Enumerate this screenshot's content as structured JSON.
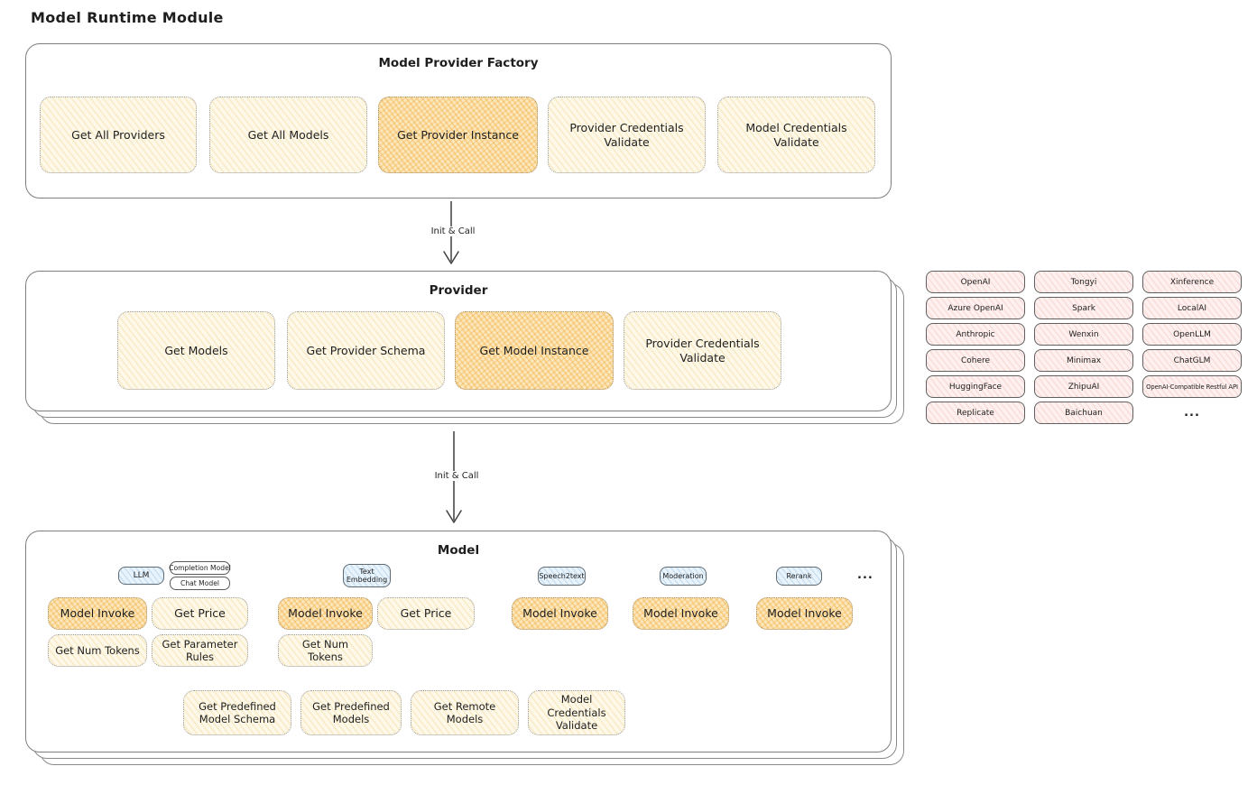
{
  "page_title": "Model Runtime Module",
  "colors": {
    "node_cream": "#fdf8e8",
    "node_highlight": "#fbe7bb",
    "registry_pink": "#fdf0ee",
    "tab_blue": "#e8f3fb",
    "container_border": "#7e7e7e",
    "text": "#1e1e1e"
  },
  "factory": {
    "title": "Model Provider Factory",
    "boxes": [
      {
        "label": "Get All Providers",
        "highlight": false
      },
      {
        "label": "Get All Models",
        "highlight": false
      },
      {
        "label": "Get Provider Instance",
        "highlight": true
      },
      {
        "label": "Provider Credentials Validate",
        "highlight": false
      },
      {
        "label": "Model Credentials Validate",
        "highlight": false
      }
    ]
  },
  "arrows": [
    {
      "label": "Init & Call"
    },
    {
      "label": "Init & Call"
    }
  ],
  "provider": {
    "title": "Provider",
    "boxes": [
      {
        "label": "Get Models",
        "highlight": false
      },
      {
        "label": "Get Provider Schema",
        "highlight": false
      },
      {
        "label": "Get Model Instance",
        "highlight": true
      },
      {
        "label": "Provider Credentials Validate",
        "highlight": false
      }
    ]
  },
  "registry": {
    "rows": [
      [
        "OpenAI",
        "Tongyi",
        "Xinference"
      ],
      [
        "Azure OpenAI",
        "Spark",
        "LocalAI"
      ],
      [
        "Anthropic",
        "Wenxin",
        "OpenLLM"
      ],
      [
        "Cohere",
        "Minimax",
        "ChatGLM"
      ],
      [
        "HuggingFace",
        "ZhipuAI",
        "OpenAI-Compatible Restful API"
      ],
      [
        "Replicate",
        "Baichuan",
        "..."
      ]
    ]
  },
  "model": {
    "title": "Model",
    "tabs": {
      "llm": "LLM",
      "completion": "Completion Model",
      "chat": "Chat Model",
      "text_embedding": "Text Embedding",
      "speech2text": "Speech2text",
      "moderation": "Moderation",
      "rerank": "Rerank",
      "ellipsis": "..."
    },
    "functions": {
      "model_invoke": "Model Invoke",
      "get_price": "Get Price",
      "get_num_tokens": "Get Num Tokens",
      "get_parameter_rules": "Get Parameter Rules"
    },
    "bottom_boxes": [
      {
        "label": "Get Predefined Model Schema"
      },
      {
        "label": "Get Predefined Models"
      },
      {
        "label": "Get Remote Models"
      },
      {
        "label": "Model Credentials Validate"
      }
    ]
  }
}
